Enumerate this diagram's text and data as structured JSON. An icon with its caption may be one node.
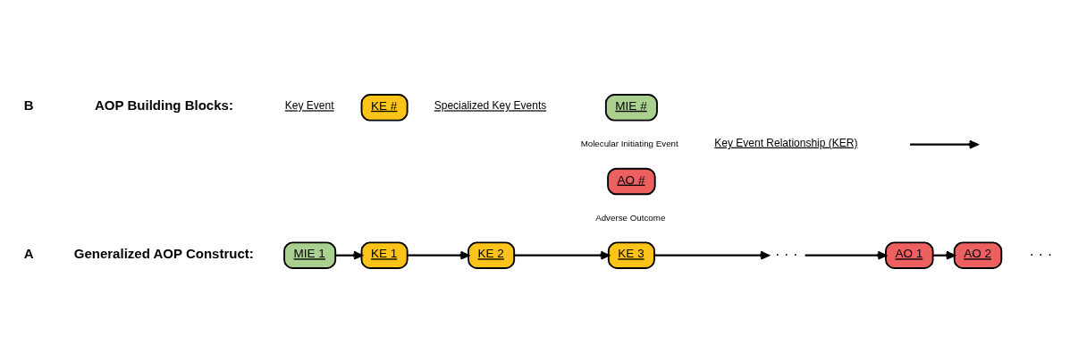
{
  "diagram": {
    "nodes": [
      {
        "text": [
          "MIE 1"
        ]
      },
      {
        "text": [
          "KE 1"
        ]
      },
      {
        "text": [
          "KE 2"
        ]
      },
      {
        "text": [
          "KE 3"
        ]
      },
      {
        "text": [
          "· · ·"
        ]
      },
      {
        "text": [
          "AO 1"
        ]
      },
      {
        "text": [
          "AO 2"
        ]
      },
      {
        "text": [
          "KE #"
        ]
      },
      {
        "text": [
          "MIE #"
        ],
        "beside": [
          "Molecular Initiating Event"
        ]
      },
      {
        "text": [
          "AO #"
        ],
        "beside": [
          "Adverse Outcome"
        ]
      }
    ],
    "edges": [
      {
        "from": 0,
        "to": 1,
        "arrow": "to"
      },
      {
        "from": 1,
        "to": 2,
        "arrow": "to"
      },
      {
        "from": 2,
        "to": 3,
        "arrow": "to"
      },
      {
        "from": 3,
        "to": 4,
        "arrow": "to"
      },
      {
        "from": 4,
        "to": 5,
        "arrow": "to"
      },
      {
        "from": 5,
        "to": 6,
        "arrow": "to"
      }
    ],
    "labels": [
      "A",
      "Generalized AOP Construct:",
      "· · ·",
      "B",
      "AOP Building Blocks:",
      "Key Event",
      "Specialized Key Events"
    ],
    "legend": [
      {
        "text": "Key Event Relationship (KER)"
      }
    ]
  }
}
